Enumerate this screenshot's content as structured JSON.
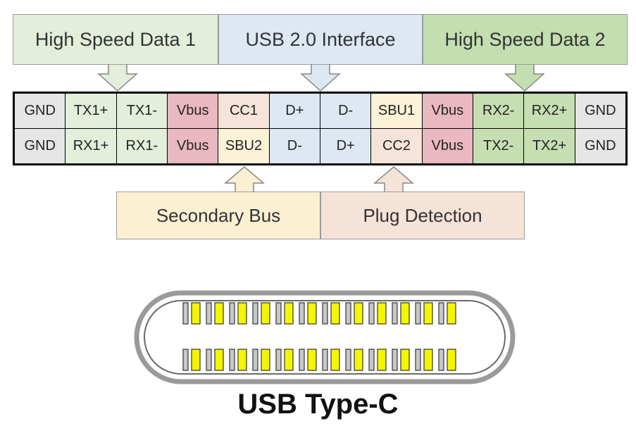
{
  "groups": {
    "high_speed_1": "High Speed Data 1",
    "usb2": "USB 2.0 Interface",
    "high_speed_2": "High Speed Data 2",
    "secondary_bus": "Secondary Bus",
    "plug_detection": "Plug Detection"
  },
  "pins_top": [
    "GND",
    "TX1+",
    "TX1-",
    "Vbus",
    "CC1",
    "D+",
    "D-",
    "SBU1",
    "Vbus",
    "RX2-",
    "RX2+",
    "GND"
  ],
  "pins_bottom": [
    "GND",
    "RX1+",
    "RX1-",
    "Vbus",
    "SBU2",
    "D-",
    "D+",
    "CC2",
    "Vbus",
    "TX2-",
    "TX2+",
    "GND"
  ],
  "colors": {
    "gnd": "#e6e6e6",
    "hs1": "#e3eedb",
    "vbus": "#eab8c0",
    "cc": "#f6e4da",
    "usb2": "#dde8f3",
    "sbu": "#fcf2d7",
    "hs2": "#c6dfb2",
    "hs1_label": "#e3eedb",
    "usb2_label": "#dde8f3",
    "hs2_label": "#c3deb0",
    "sec_label": "#fcf0d3",
    "plug_label": "#f6e3d8",
    "pin_yellow": "#f5f500",
    "pin_gray": "#c8c8c8",
    "shell": "#9a9a9a"
  },
  "caption": "USB Type-C"
}
